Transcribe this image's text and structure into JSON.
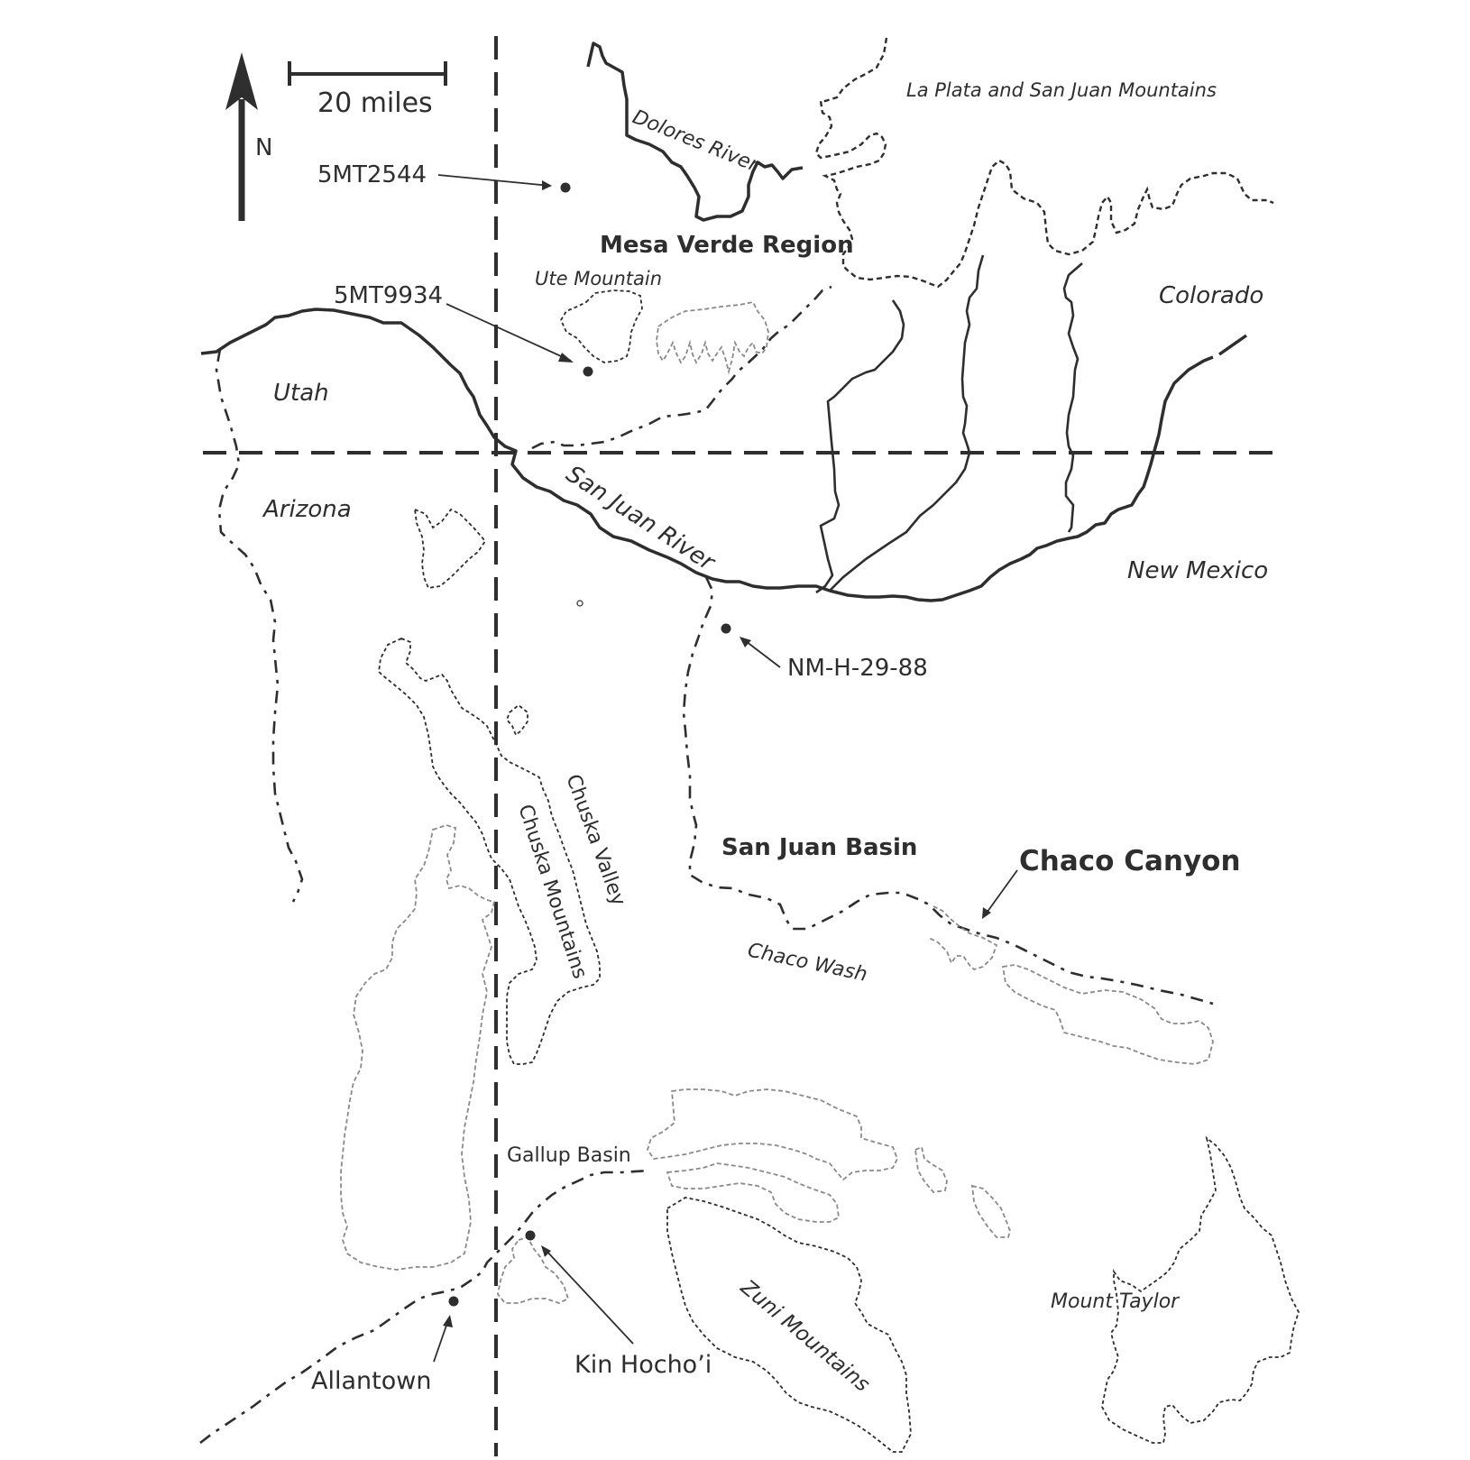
{
  "map": {
    "scale_bar": {
      "label": "20 miles"
    },
    "north_arrow": {
      "label": "N"
    },
    "colors": {
      "ink": "#2e2e2e",
      "mesa_outline": "#8a8a8a",
      "background": "#ffffff"
    },
    "states": {
      "utah": "Utah",
      "arizona": "Arizona",
      "colorado": "Colorado",
      "new_mexico": "New Mexico"
    },
    "regions": {
      "mesa_verde": "Mesa Verde Region",
      "san_juan_basin": "San Juan Basin",
      "chaco_canyon": "Chaco Canyon",
      "gallup_basin": "Gallup Basin"
    },
    "features": {
      "la_plata": "La Plata and San Juan Mountains",
      "dolores_river": "Dolores River",
      "ute_mountain": "Ute Mountain",
      "san_juan_river": "San Juan River",
      "chuska_valley": "Chuska Valley",
      "chuska_mountains": "Chuska Mountains",
      "chaco_wash": "Chaco Wash",
      "zuni_mountains": "Zuni Mountains",
      "mount_taylor": "Mount Taylor"
    },
    "sites": [
      {
        "id": "5MT2544",
        "label": "5MT2544"
      },
      {
        "id": "5MT9934",
        "label": "5MT9934"
      },
      {
        "id": "NM-H-29-88",
        "label": "NM-H-29-88"
      },
      {
        "id": "allantown",
        "label": "Allantown"
      },
      {
        "id": "kin-hochoi",
        "label": "Kin Hocho’i"
      }
    ]
  }
}
